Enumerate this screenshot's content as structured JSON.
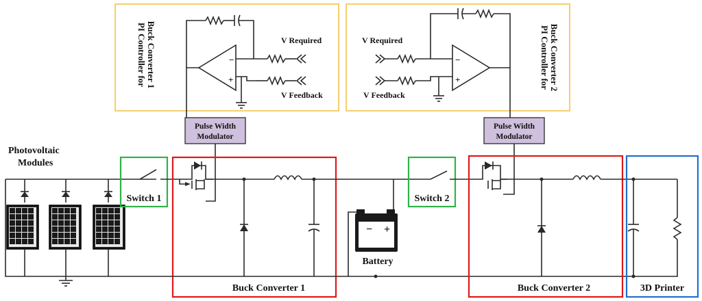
{
  "colors": {
    "pi_box": "#f5cf6e",
    "switch_box": "#2fb24a",
    "buck_box": "#e01818",
    "printer_box": "#1f6fd0",
    "pwm_fill": "#cfc0dd",
    "wire": "#2a2a2a"
  },
  "pi1": {
    "title_line1": "PI Controller for",
    "title_line2": "Buck Converter 1",
    "v_required": "V Required",
    "v_feedback": "V Feedback"
  },
  "pi2": {
    "title_line1": "PI Controller for",
    "title_line2": "Buck Converter 2",
    "v_required": "V Required",
    "v_feedback": "V Feedback"
  },
  "pwm1": {
    "line1": "Pulse Width",
    "line2": "Modulator"
  },
  "pwm2": {
    "line1": "Pulse Width",
    "line2": "Modulator"
  },
  "pv": {
    "line1": "Photovoltaic",
    "line2": "Modules"
  },
  "switch1": {
    "label": "Switch 1"
  },
  "switch2": {
    "label": "Switch 2"
  },
  "buck1": {
    "label": "Buck Converter 1"
  },
  "buck2": {
    "label": "Buck Converter 2"
  },
  "battery": {
    "label": "Battery",
    "minus": "−",
    "plus": "+"
  },
  "printer": {
    "label": "3D Printer"
  },
  "opamp_signs": {
    "minus": "−",
    "plus": "+"
  }
}
